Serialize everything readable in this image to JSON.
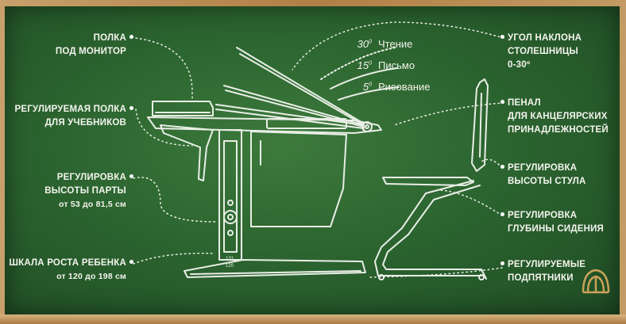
{
  "labels": {
    "shelf_monitor": [
      "ПОЛКА",
      "ПОД МОНИТОР"
    ],
    "shelf_books": [
      "РЕГУЛИРУЕМАЯ ПОЛКА",
      "ДЛЯ УЧЕБНИКОВ"
    ],
    "desk_height": [
      "РЕГУЛИРОВКА",
      "ВЫСОТЫ ПАРТЫ",
      "от 53 до 81,5 см"
    ],
    "growth_scale": [
      "ШКАЛА РОСТА РЕБЕНКА",
      "от 120 до 198 см"
    ],
    "tilt_angle": [
      "УГОЛ НАКЛОНА",
      "СТОЛЕШНИЦЫ",
      "0-30º"
    ],
    "pencil_case": [
      "ПЕНАЛ",
      "ДЛЯ КАНЦЕЛЯРСКИХ",
      "ПРИНАДЛЕЖНОСТЕЙ"
    ],
    "chair_height": [
      "РЕГУЛИРОВКА",
      "ВЫСОТЫ СТУЛА"
    ],
    "seat_depth": [
      "РЕГУЛИРОВКА",
      "ГЛУБИНЫ СИДЕНИЯ"
    ],
    "feet": [
      "РЕГУЛИРУЕМЫЕ",
      "ПОДПЯТНИКИ"
    ]
  },
  "angles": [
    {
      "deg": "30",
      "label": "Чтение"
    },
    {
      "deg": "15",
      "label": "Письмо"
    },
    {
      "deg": "5",
      "label": "Рисование"
    }
  ],
  "scale_marks": [
    "131",
    "120"
  ],
  "colors": {
    "board": "#2c6530",
    "chalk": "#f4f4ee",
    "frame": "#b98a52"
  }
}
